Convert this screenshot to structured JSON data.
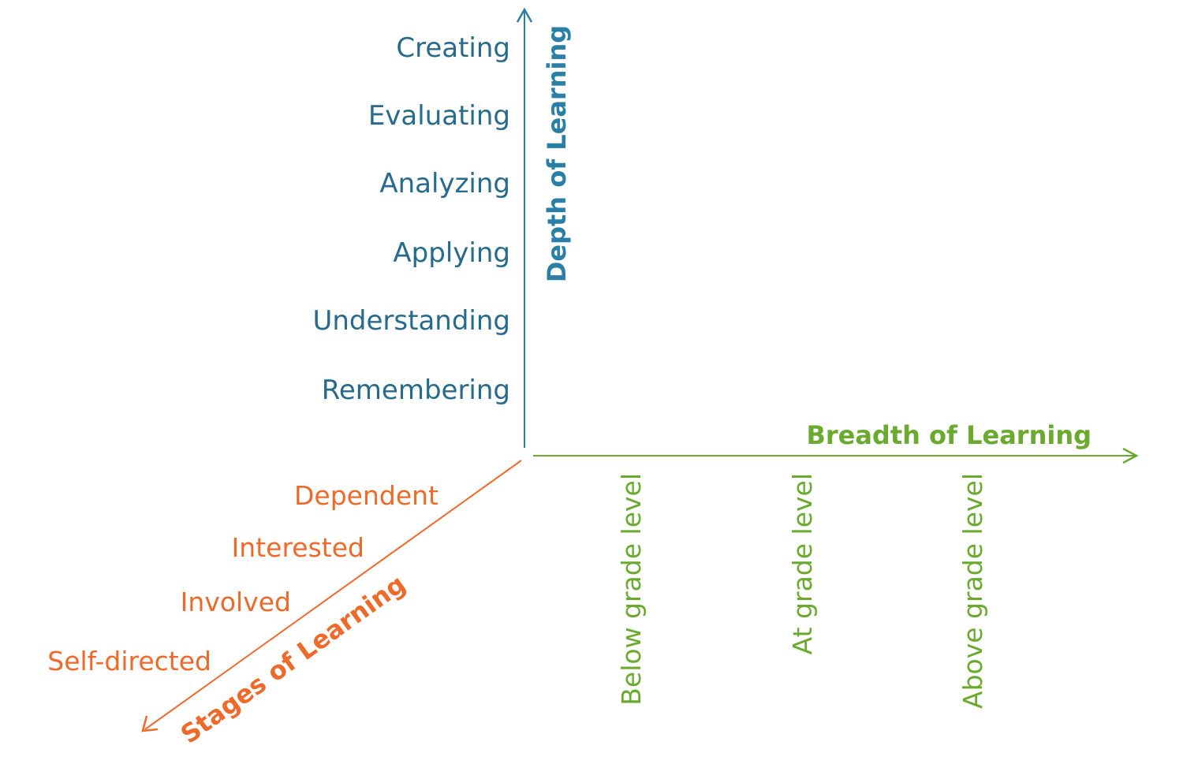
{
  "colors": {
    "depth": "#2a7fa6",
    "depth_text": "#266a8c",
    "breadth": "#6aaa2e",
    "stages": "#ee6a2a"
  },
  "depth": {
    "title": "Depth of Learning",
    "levels": [
      "Creating",
      "Evaluating",
      "Analyzing",
      "Applying",
      "Understanding",
      "Remembering"
    ]
  },
  "breadth": {
    "title": "Breadth of Learning",
    "levels": [
      "Below grade level",
      "At grade level",
      "Above grade level"
    ]
  },
  "stages": {
    "title": "Stages of Learning",
    "levels": [
      "Dependent",
      "Interested",
      "Involved",
      "Self-directed"
    ]
  }
}
